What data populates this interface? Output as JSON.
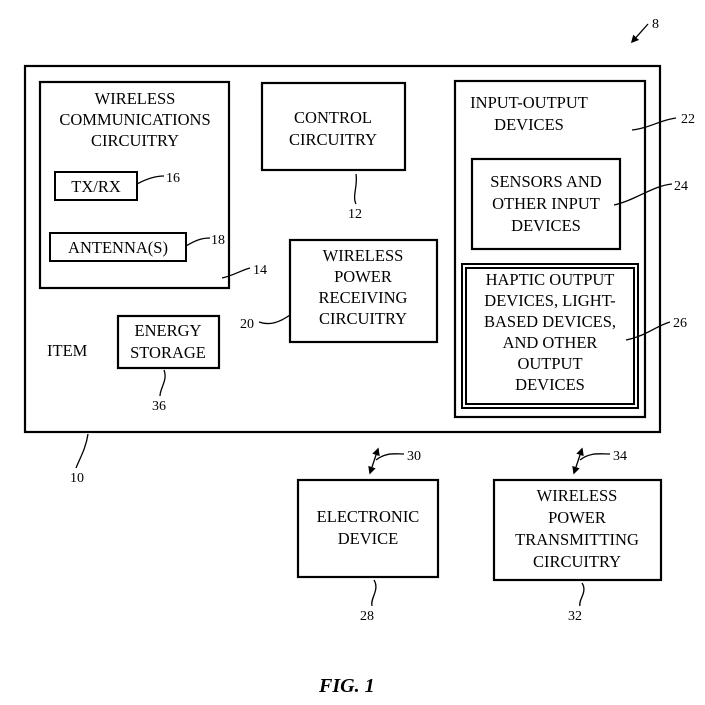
{
  "figure": {
    "caption": "FIG. 1",
    "system_ref": "8"
  },
  "item": {
    "label": "ITEM",
    "ref": "10"
  },
  "wireless_comm": {
    "lines": [
      "WIRELESS",
      "COMMUNICATIONS",
      "CIRCUITRY"
    ],
    "ref": "14",
    "txrx": {
      "label": "TX/RX",
      "ref": "16"
    },
    "antenna": {
      "label": "ANTENNA(S)",
      "ref": "18"
    }
  },
  "control": {
    "lines": [
      "CONTROL",
      "CIRCUITRY"
    ],
    "ref": "12"
  },
  "wireless_power_rx": {
    "lines": [
      "WIRELESS",
      "POWER",
      "RECEIVING",
      "CIRCUITRY"
    ],
    "ref": "20"
  },
  "energy_storage": {
    "lines": [
      "ENERGY",
      "STORAGE"
    ],
    "ref": "36"
  },
  "io_devices": {
    "lines": [
      "INPUT-OUTPUT",
      "DEVICES"
    ],
    "ref": "22",
    "sensors": {
      "lines": [
        "SENSORS AND",
        "OTHER INPUT",
        "DEVICES"
      ],
      "ref": "24"
    },
    "haptic": {
      "lines": [
        "HAPTIC OUTPUT",
        "DEVICES, LIGHT-",
        "BASED DEVICES,",
        "AND OTHER",
        "OUTPUT",
        "DEVICES"
      ],
      "ref": "26"
    }
  },
  "electronic_device": {
    "lines": [
      "ELECTRONIC",
      "DEVICE"
    ],
    "ref": "28",
    "link_ref": "30"
  },
  "wireless_power_tx": {
    "lines": [
      "WIRELESS",
      "POWER",
      "TRANSMITTING",
      "CIRCUITRY"
    ],
    "ref": "32",
    "link_ref": "34"
  }
}
